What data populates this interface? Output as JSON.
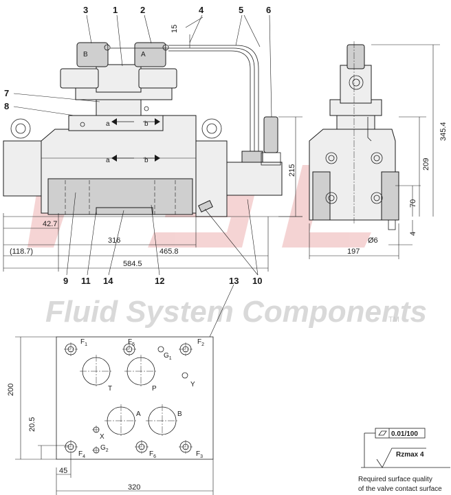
{
  "watermark": {
    "text": "Fluid System Components",
    "trademark": "TM",
    "logo_color": "#e8a0a0"
  },
  "callouts": {
    "c1": "1",
    "c2": "2",
    "c3": "3",
    "c4": "4",
    "c5": "5",
    "c6": "6",
    "c7": "7",
    "c8": "8",
    "c9": "9",
    "c10": "10",
    "c11": "11",
    "c12": "12",
    "c13": "13",
    "c14": "14"
  },
  "dimensions": {
    "d15": "15",
    "d215": "215",
    "d42_7": "42.7",
    "d316": "316",
    "d118_7": "(118.7)",
    "d465_8": "465.8",
    "d584_5": "584.5",
    "d345_4": "345.4",
    "d209": "209",
    "d70": "70",
    "d4": "4",
    "d6": "Ø6",
    "d197": "197",
    "d200": "200",
    "d20_5": "20.5",
    "d45": "45",
    "d320": "320"
  },
  "solenoid_labels": {
    "left": "B",
    "right": "A"
  },
  "spool_labels": {
    "a_top": "a",
    "b_top": "b",
    "a_mid": "a",
    "b_mid": "b"
  },
  "ports": {
    "F1": {
      "letter": "F",
      "sub": "1"
    },
    "F5": {
      "letter": "F",
      "sub": "5"
    },
    "G1": {
      "letter": "G",
      "sub": "1"
    },
    "F2": {
      "letter": "F",
      "sub": "2"
    },
    "Y": {
      "letter": "Y",
      "sub": ""
    },
    "T": {
      "letter": "T",
      "sub": ""
    },
    "P": {
      "letter": "P",
      "sub": ""
    },
    "A": {
      "letter": "A",
      "sub": ""
    },
    "B": {
      "letter": "B",
      "sub": ""
    },
    "X": {
      "letter": "X",
      "sub": ""
    },
    "G2": {
      "letter": "G",
      "sub": "2"
    },
    "F4": {
      "letter": "F",
      "sub": "4"
    },
    "F6": {
      "letter": "F",
      "sub": "6"
    },
    "F3": {
      "letter": "F",
      "sub": "3"
    }
  },
  "surface_note": {
    "flatness": "0.01/100",
    "roughness": "Rzmax 4",
    "line1": "Required surface quality",
    "line2": "of the valve contact surface"
  }
}
